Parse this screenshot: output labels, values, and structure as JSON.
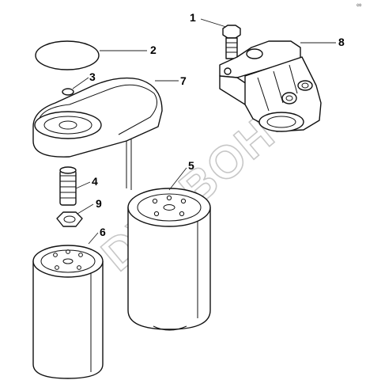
{
  "callouts": [
    {
      "id": "c1",
      "label": "1"
    },
    {
      "id": "c2",
      "label": "2"
    },
    {
      "id": "c3",
      "label": "3"
    },
    {
      "id": "c4",
      "label": "4"
    },
    {
      "id": "c5",
      "label": "5"
    },
    {
      "id": "c6",
      "label": "6"
    },
    {
      "id": "c7",
      "label": "7"
    },
    {
      "id": "c8",
      "label": "8"
    },
    {
      "id": "c9",
      "label": "9"
    }
  ],
  "watermark": "DVDBOH",
  "corner_mark": "∞"
}
